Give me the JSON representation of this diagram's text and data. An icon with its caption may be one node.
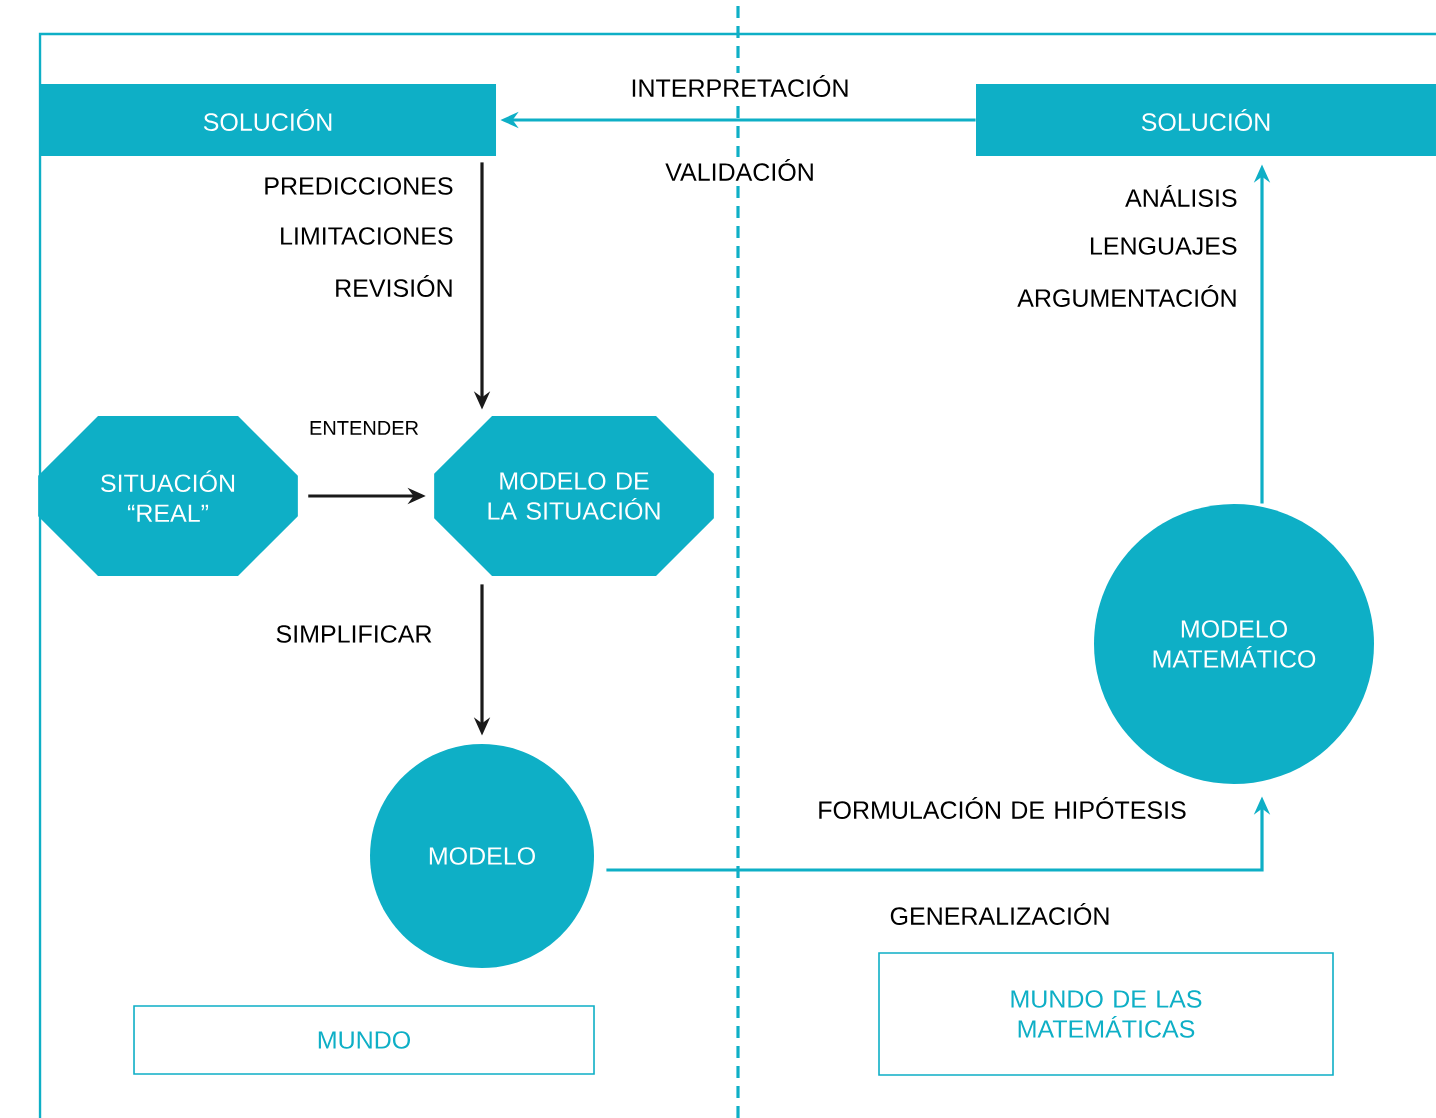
{
  "diagram": {
    "nodes": [
      {
        "text": [
          "SOLUCIÓN"
        ]
      },
      {
        "text": [
          "SOLUCIÓN"
        ]
      },
      {
        "text": [
          "SITUACIÓN “REAL”"
        ]
      },
      {
        "text": [
          "MODELO DE LA SITUACIÓN"
        ]
      },
      {
        "text": [
          "MODELO"
        ]
      },
      {
        "text": [
          "MODELO MATEMÁTICO"
        ]
      },
      {
        "text": [
          "MUNDO"
        ]
      },
      {
        "text": [
          "MUNDO DE LAS MATEMÁTICAS"
        ]
      }
    ],
    "edges": [
      {
        "from": 1,
        "to": 0,
        "arrow": "to",
        "label": "INTERPRETACIÓN",
        "color": "#0eafc6"
      },
      {
        "from": 0,
        "to": 3,
        "arrow": "to",
        "color": "#1a1a1a"
      },
      {
        "from": 2,
        "to": 3,
        "arrow": "to",
        "label": "ENTENDER",
        "color": "#1a1a1a"
      },
      {
        "from": 3,
        "to": 4,
        "arrow": "to",
        "label": "SIMPLIFICAR",
        "color": "#1a1a1a"
      },
      {
        "from": 4,
        "to": 5,
        "arrow": "to",
        "label": "FORMULACIÓN DE HIPÓTESIS",
        "color": "#0eafc6"
      },
      {
        "from": 5,
        "to": 1,
        "arrow": "to",
        "color": "#0eafc6"
      }
    ],
    "labels": [
      "VALIDACIÓN",
      "PREDICCIONES",
      "LIMITACIONES",
      "REVISIÓN",
      "ANÁLISIS",
      "LENGUAJES",
      "ARGUMENTACIÓN",
      "GENERALIZACIÓN"
    ]
  }
}
